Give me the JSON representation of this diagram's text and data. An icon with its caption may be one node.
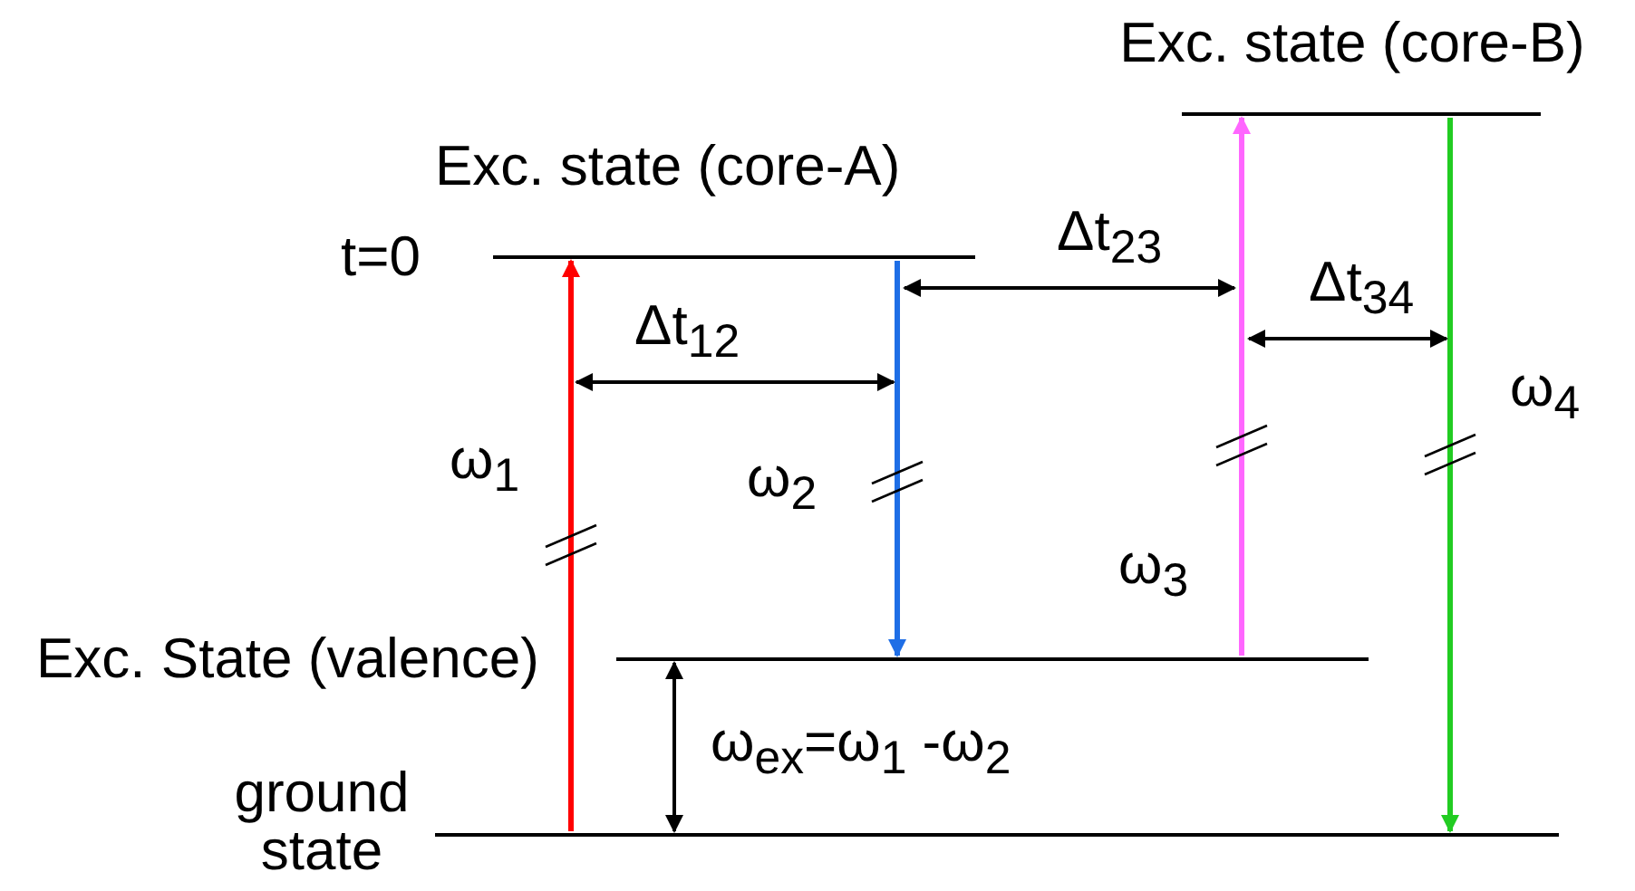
{
  "diagram": {
    "nodes": [
      {
        "text": [
          "ground state"
        ]
      },
      {
        "text": [
          "Exc. State (valence)"
        ]
      },
      {
        "text": [
          "Exc. state (core-A)"
        ],
        "beside": [
          "t=0"
        ]
      },
      {
        "text": [
          "Exc. state (core-B)"
        ]
      }
    ],
    "edges": [
      {
        "from": 0,
        "to": 2,
        "arrow": "to",
        "label": "ω$_{1}$",
        "color": "#ff0000"
      },
      {
        "from": 2,
        "to": 1,
        "arrow": "to",
        "label": "ω$_{2}$",
        "color": "#1e6ee6"
      },
      {
        "from": 1,
        "to": 3,
        "arrow": "to",
        "label": "ω$_{3}$",
        "color": "#ff66ff"
      },
      {
        "from": 3,
        "to": 0,
        "arrow": "to",
        "label": "ω$_{4}$",
        "color": "#22cc22"
      },
      {
        "from": 1,
        "to": 0,
        "arrow": "both",
        "color": "#000000",
        "label": "ω$_{ex}$=ω$_{1}$ -ω$_{2}$"
      }
    ],
    "labels": [
      "Δt$_{23}$",
      "Δt$_{34}$",
      "Δt$_{12}$"
    ]
  }
}
